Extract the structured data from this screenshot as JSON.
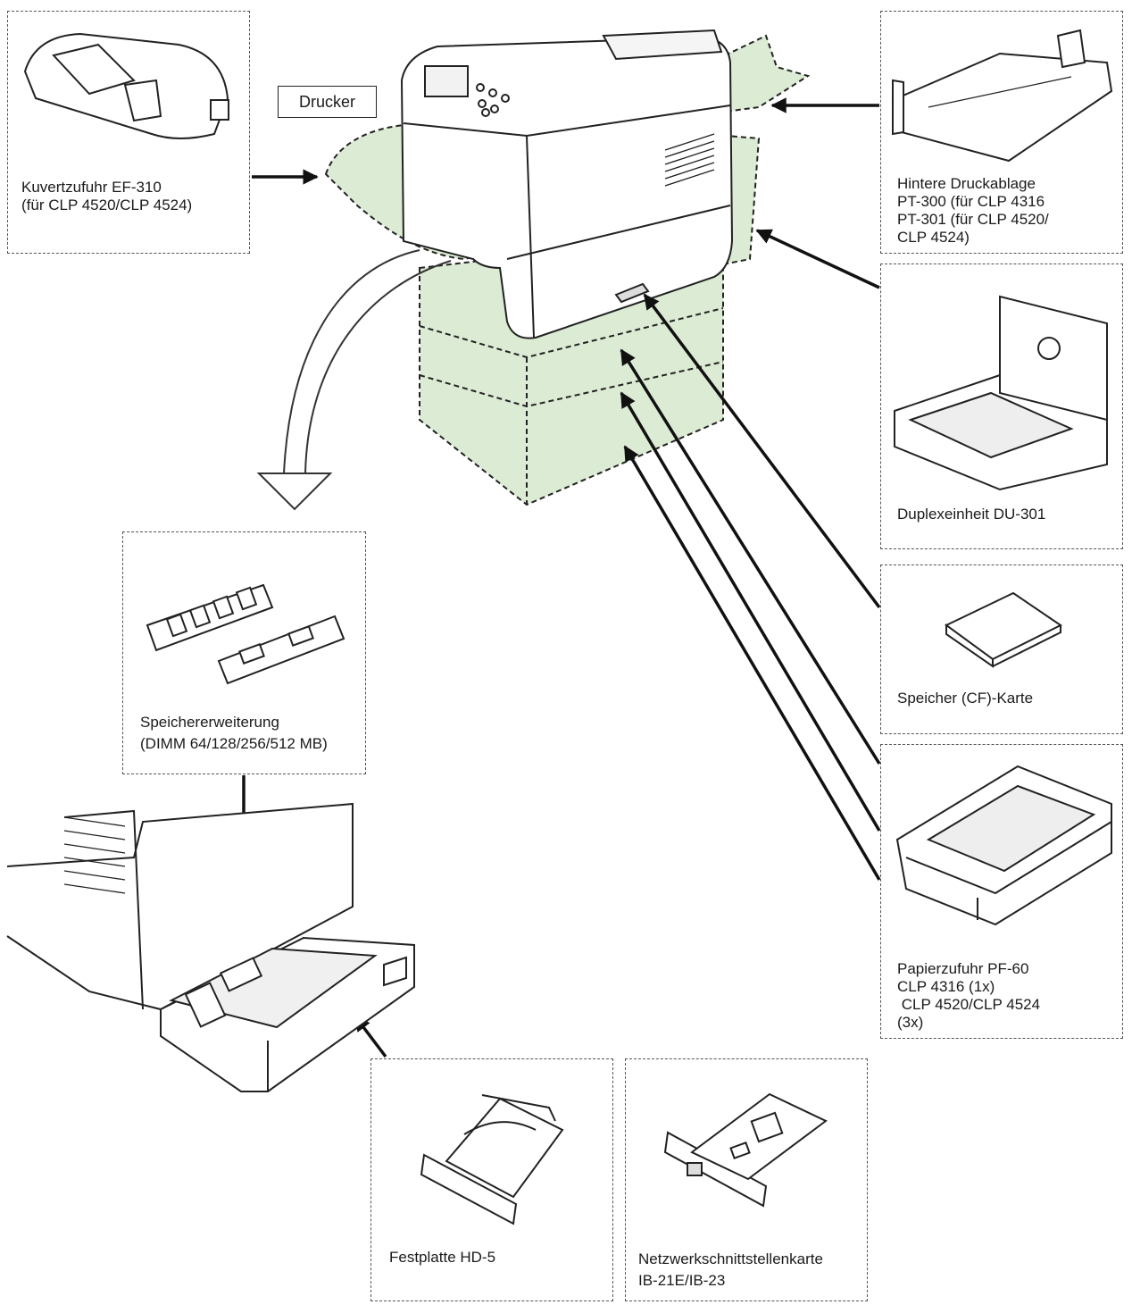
{
  "printer_label": "Drucker",
  "colors": {
    "optional_fill": "#dcebd3",
    "line": "#111111"
  },
  "options": [
    {
      "id": "envelope-feeder",
      "text": "Kuvertzufuhr EF-310\n(für CLP 4520/CLP 4524)",
      "icon": "envelope-feeder-icon"
    },
    {
      "id": "rear-tray",
      "text": "Hintere Druckablage\nPT-300 (für CLP 4316\nPT-301 (für CLP 4520/\nCLP 4524)",
      "icon": "rear-tray-icon"
    },
    {
      "id": "duplex",
      "text": "Duplexeinheit DU-301",
      "icon": "duplex-unit-icon"
    },
    {
      "id": "cf-card",
      "text": "Speicher (CF)-Karte",
      "icon": "memory-card-icon"
    },
    {
      "id": "paper-feeder",
      "text": "Papierzufuhr PF-60\nCLP 4316 (1x)\n CLP 4520/CLP 4524\n(3x)",
      "icon": "paper-feeder-icon"
    },
    {
      "id": "memory",
      "text": "Speichererweiterung\n(DIMM 64/128/256/512 MB)",
      "icon": "dimm-icon"
    },
    {
      "id": "hdd",
      "text": "Festplatte HD-5",
      "icon": "hard-disk-icon"
    },
    {
      "id": "network",
      "text": "Netzwerkschnittstellenkarte\nIB-21E/IB-23",
      "icon": "network-card-icon"
    }
  ]
}
